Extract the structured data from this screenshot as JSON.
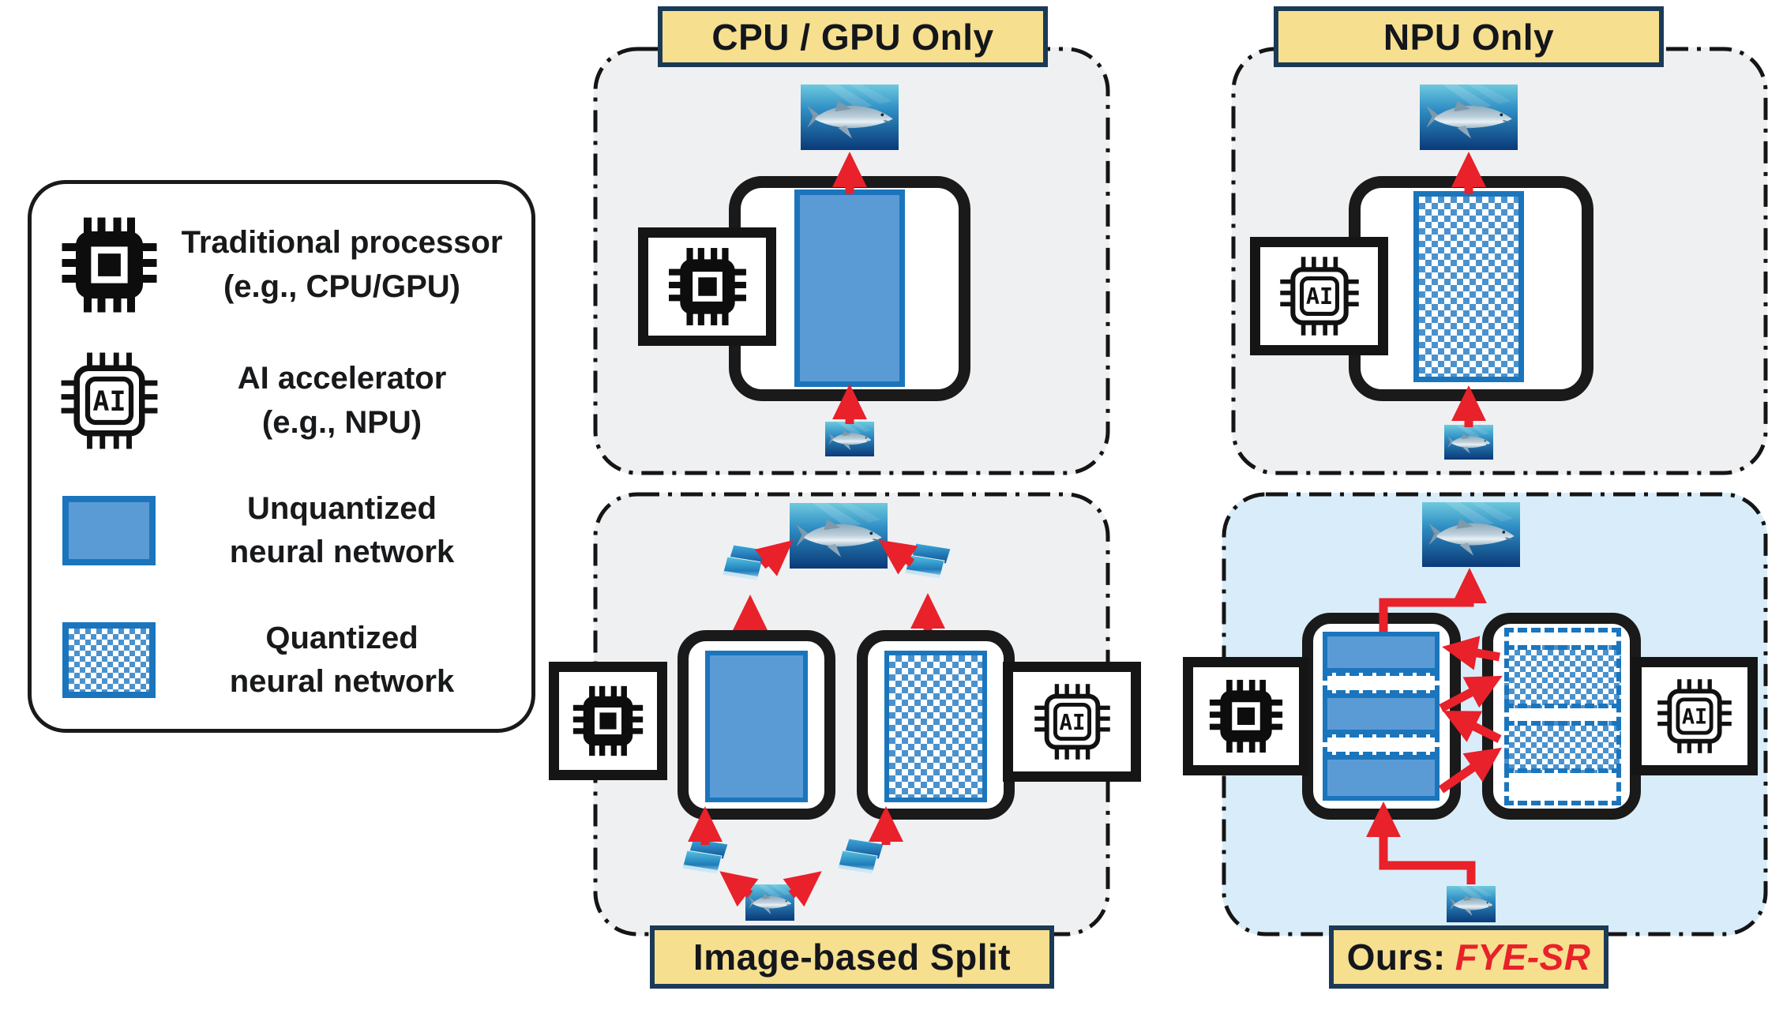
{
  "legend": {
    "items": [
      {
        "icon": "cpu-chip-icon",
        "line1": "Traditional processor",
        "line2": "(e.g., CPU/GPU)"
      },
      {
        "icon": "ai-chip-icon",
        "line1": "AI accelerator",
        "line2": "(e.g., NPU)"
      },
      {
        "icon": "unquantized-network-swatch",
        "line1": "Unquantized",
        "line2": "neural network"
      },
      {
        "icon": "quantized-network-swatch",
        "line1": "Quantized",
        "line2": "neural network"
      }
    ]
  },
  "panels": {
    "cpu_gpu": {
      "title": "CPU / GPU Only"
    },
    "npu": {
      "title": "NPU Only"
    },
    "split": {
      "title": "Image-based Split"
    },
    "ours": {
      "title_prefix": "Ours:",
      "title_method": "FYE-SR"
    }
  },
  "icons": {
    "ai_chip_label": "AI"
  },
  "colors": {
    "arrow_red": "#E8212A",
    "title_bg": "#F6DF8E",
    "title_border": "#1B3A57",
    "panel_gray": "#EFF0F2",
    "ours_panel_blue": "#D8EDF9",
    "unquantized_fill": "#5B9BD5",
    "network_border_blue": "#1B75BC"
  }
}
